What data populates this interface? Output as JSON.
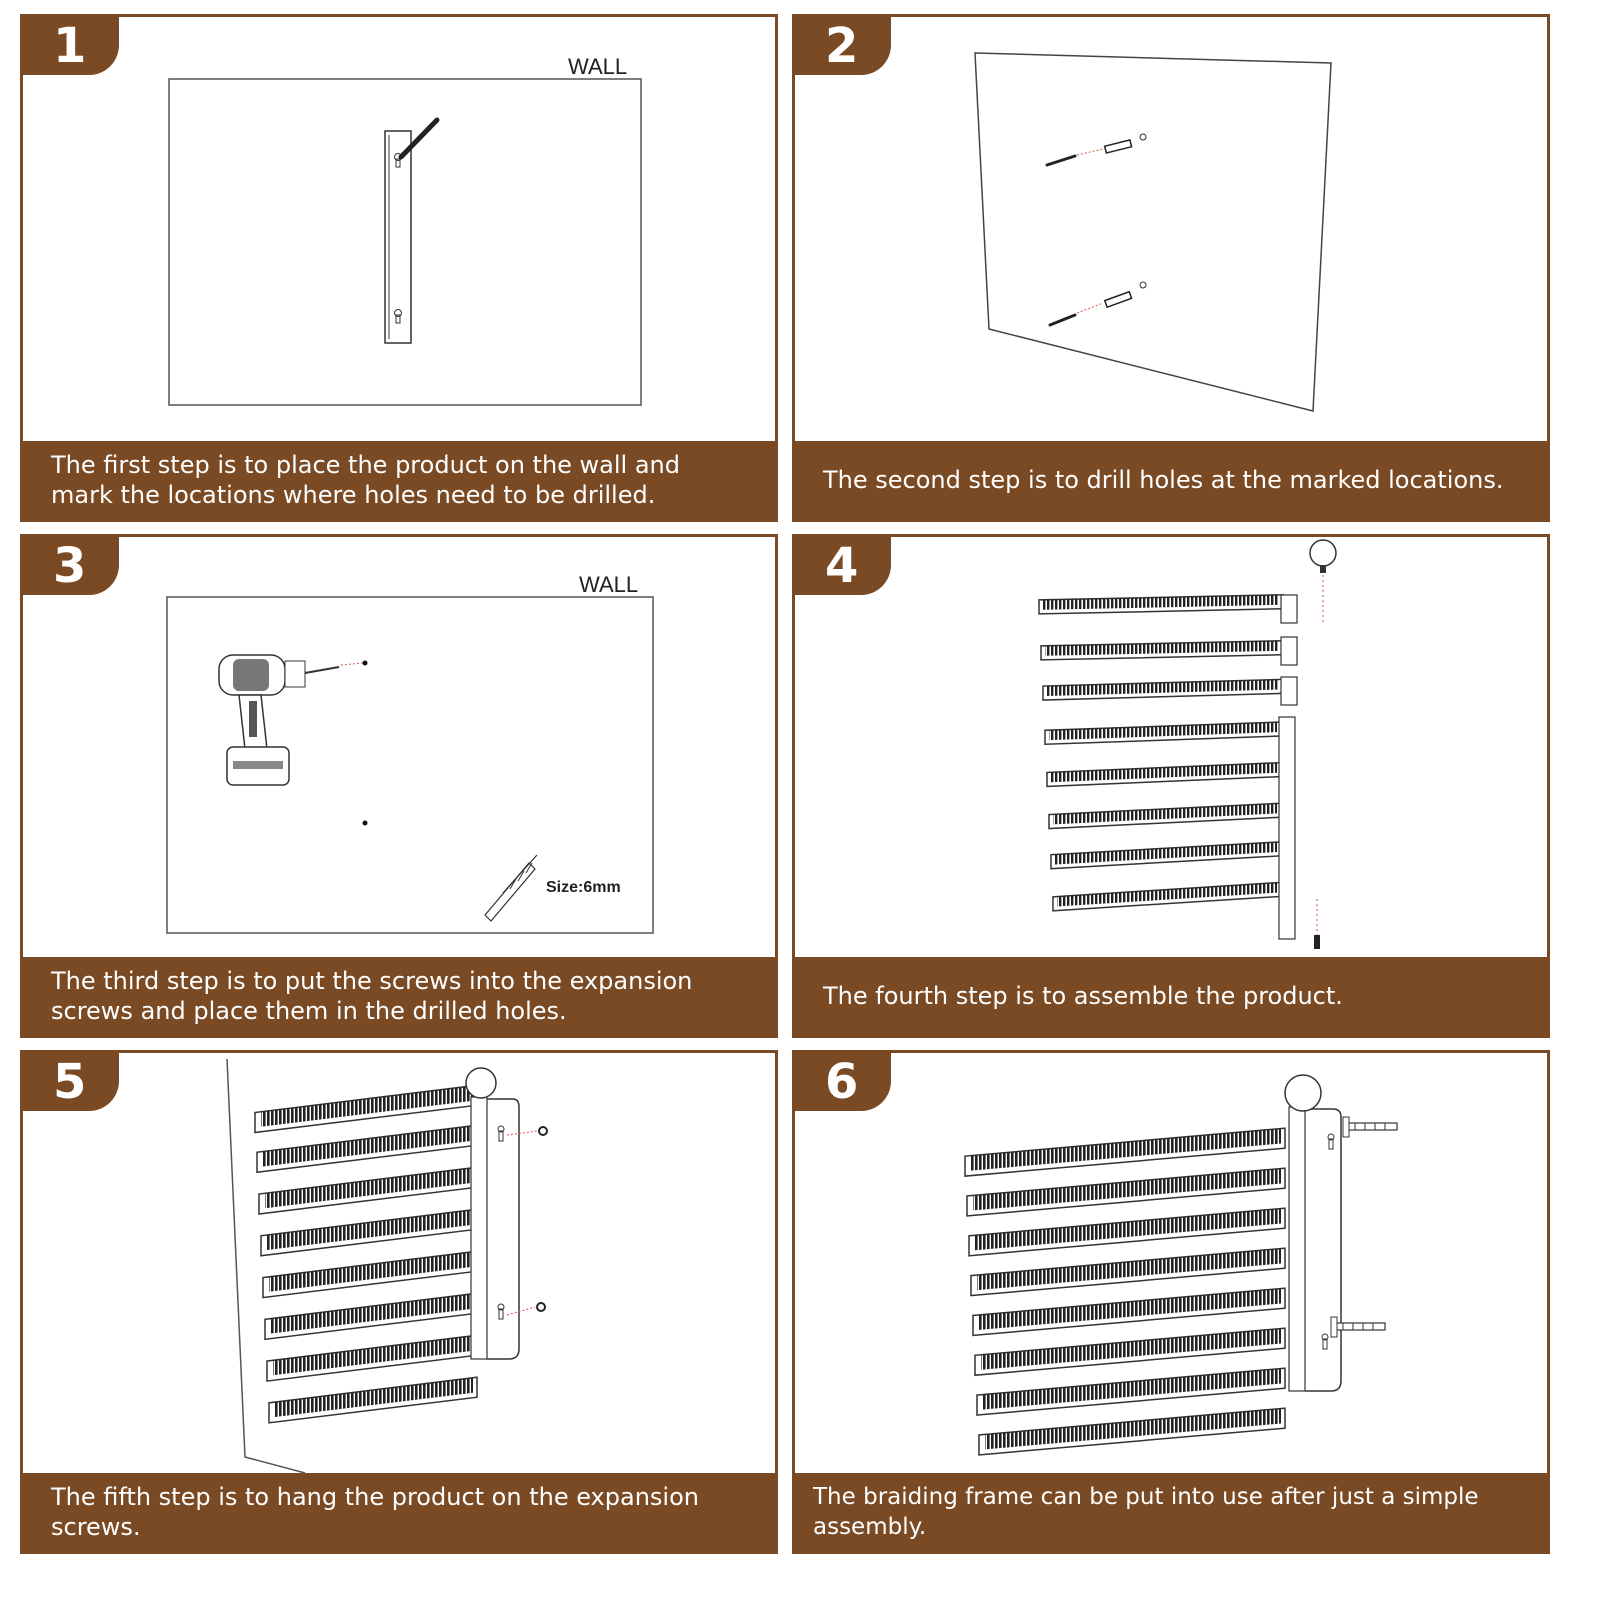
{
  "steps": [
    {
      "number": "1",
      "caption": "The first step is to place the product on the wall and mark the locations where holes need to be drilled.",
      "wall_label": "WALL"
    },
    {
      "number": "2",
      "caption": "The second step is to drill holes at the marked locations."
    },
    {
      "number": "3",
      "caption": "The third step is to put the screws into the expansion screws and place them in the drilled holes.",
      "wall_label": "WALL",
      "size_label": "Size:6mm"
    },
    {
      "number": "4",
      "caption": "The fourth step is to assemble the product."
    },
    {
      "number": "5",
      "caption": "The fifth step is to hang the product on the expansion screws."
    },
    {
      "number": "6",
      "caption": "The braiding frame can be put into use after just a simple assembly."
    }
  ],
  "colors": {
    "brand": "#7a4a24",
    "line": "#333333",
    "marker": "#d9534f"
  },
  "icons": [
    "wall-bracket-icon",
    "screw-icon",
    "expansion-anchor-icon",
    "drill-icon",
    "drill-bit-icon",
    "braiding-rack-icon",
    "end-cap-icon"
  ]
}
